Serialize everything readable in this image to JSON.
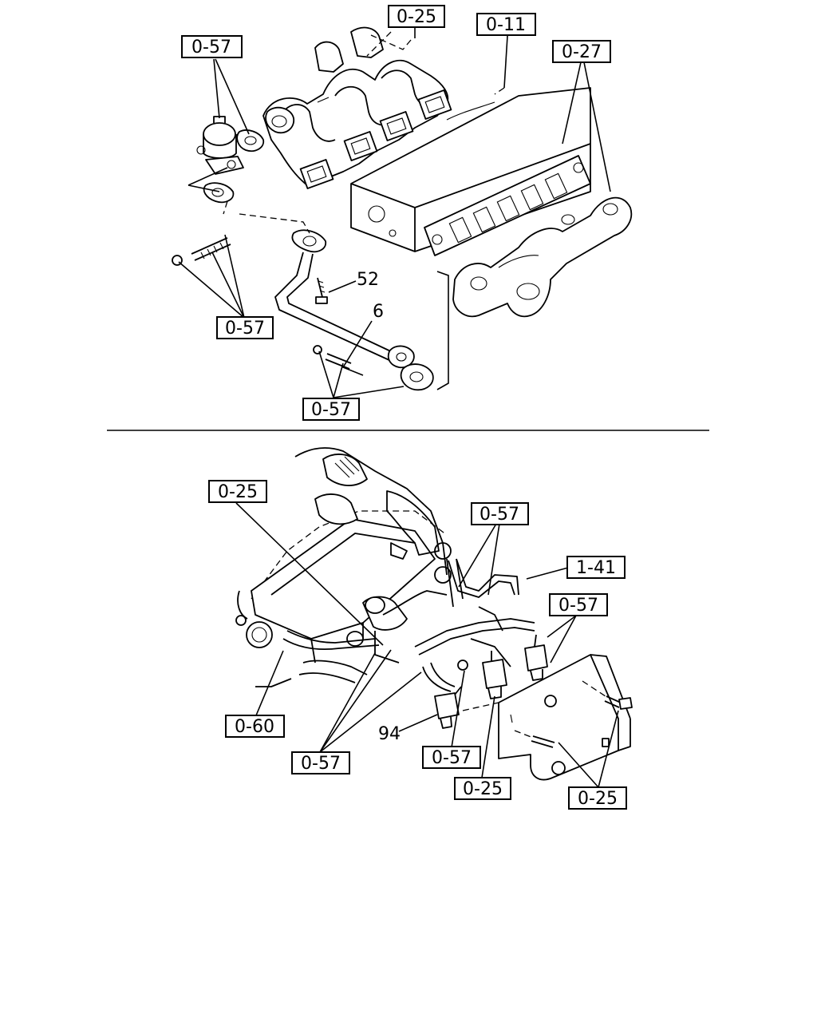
{
  "top_view": {
    "callouts": [
      {
        "id": "c1",
        "text": "0-25"
      },
      {
        "id": "c2",
        "text": "0-11"
      },
      {
        "id": "c3",
        "text": "0-27"
      },
      {
        "id": "c4",
        "text": "0-57"
      },
      {
        "id": "c5",
        "text": "0-57"
      },
      {
        "id": "c6",
        "text": "0-57"
      }
    ],
    "part_numbers": [
      {
        "id": "n1",
        "text": "52"
      },
      {
        "id": "n2",
        "text": "6"
      }
    ]
  },
  "bottom_view": {
    "callouts": [
      {
        "id": "c7",
        "text": "0-25"
      },
      {
        "id": "c8",
        "text": "0-57"
      },
      {
        "id": "c9",
        "text": "1-41"
      },
      {
        "id": "c10",
        "text": "0-57"
      },
      {
        "id": "c11",
        "text": "0-60"
      },
      {
        "id": "c12",
        "text": "0-57"
      },
      {
        "id": "c13",
        "text": "0-57"
      },
      {
        "id": "c14",
        "text": "0-25"
      },
      {
        "id": "c15",
        "text": "0-25"
      }
    ],
    "part_numbers": [
      {
        "id": "n3",
        "text": "94"
      }
    ]
  }
}
